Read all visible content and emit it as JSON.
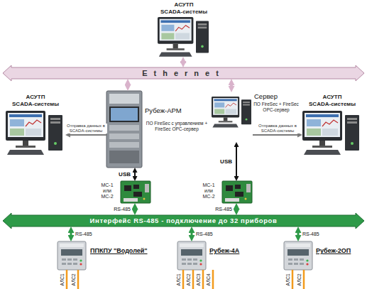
{
  "diagram": {
    "nodes": [
      {
        "text": [
          "АСУТП",
          "SCADA-системы"
        ]
      },
      {
        "text": [
          "Ethernet"
        ]
      },
      {
        "text": [
          "АСУТП",
          "SCADA-системы"
        ]
      },
      {
        "text": [
          "Рубеж-АРМ",
          "ПО FireSec с управлением + FireSec OPC-сервер"
        ]
      },
      {
        "text": [
          "Сервер",
          "ПО FireSec + FireSec OPC-сервер"
        ]
      },
      {
        "text": [
          "АСУТП",
          "SCADA-системы"
        ]
      },
      {
        "text": [
          "МС-1 или МС-2"
        ]
      },
      {
        "text": [
          "МС-1 или МС-2"
        ]
      },
      {
        "text": [
          "Интерфейс RS-485 - подключение до 32 приборов"
        ]
      },
      {
        "text": [
          "ППКПУ \"Водолей\""
        ]
      },
      {
        "text": [
          "Рубеж-4А"
        ]
      },
      {
        "text": [
          "Рубеж-2ОП"
        ]
      }
    ],
    "edges": [
      {
        "from": 0,
        "to": 1,
        "arrow": "both"
      },
      {
        "from": 1,
        "to": 3,
        "arrow": "both"
      },
      {
        "from": 1,
        "to": 4,
        "arrow": "both"
      },
      {
        "from": 3,
        "to": 2,
        "arrow": "to",
        "label": "Отправка данных в SCADA-системы"
      },
      {
        "from": 4,
        "to": 5,
        "arrow": "to",
        "label": "Отправка данных в SCADA-системы"
      },
      {
        "from": 3,
        "to": 6,
        "arrow": "both",
        "label": "USB"
      },
      {
        "from": 4,
        "to": 7,
        "arrow": "both",
        "label": "USB"
      },
      {
        "from": 6,
        "to": 8,
        "arrow": "both",
        "label": "RS-485"
      },
      {
        "from": 7,
        "to": 8,
        "arrow": "both",
        "label": "RS-485"
      },
      {
        "from": 8,
        "to": 9,
        "arrow": "both",
        "label": "RS-485"
      },
      {
        "from": 8,
        "to": 10,
        "arrow": "both",
        "label": "RS-485"
      },
      {
        "from": 8,
        "to": 11,
        "arrow": "both",
        "label": "RS-485"
      }
    ],
    "labels": [
      "АЛС1",
      "АЛС2",
      "АЛС1",
      "АЛС2",
      "АЛС3",
      "АЛС4",
      "АЛС1",
      "АЛС2"
    ]
  }
}
